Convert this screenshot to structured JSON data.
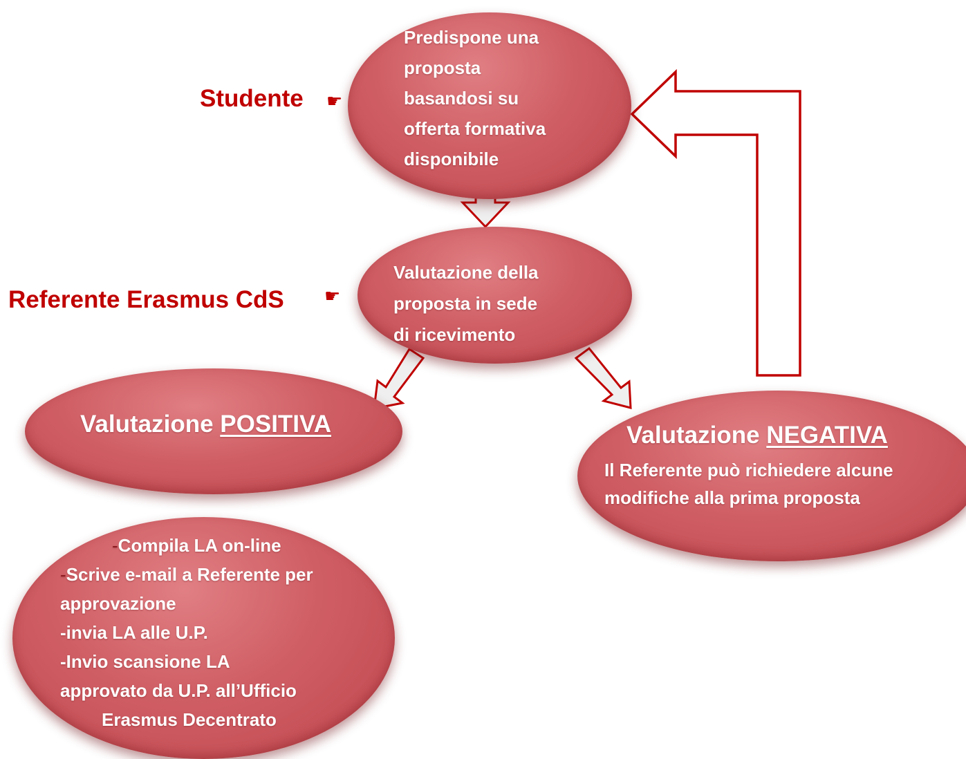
{
  "roles": {
    "studente": "Studente",
    "referente": "Referente Erasmus CdS"
  },
  "nodes": {
    "proposal": {
      "lines": [
        "Predispone una",
        "proposta",
        "basandosi su",
        "offerta formativa",
        "disponibile"
      ]
    },
    "evaluation": {
      "lines": [
        "Valutazione della",
        "proposta in sede",
        "di ricevimento"
      ]
    },
    "positive": {
      "prefix": "Valutazione ",
      "emphasis": "POSITIVA"
    },
    "negative": {
      "prefix": "Valutazione ",
      "emphasis": "NEGATIVA",
      "lines": [
        "Il Referente può richiedere alcune",
        "modifiche alla prima proposta"
      ]
    },
    "steps": {
      "line1_dash": "-",
      "line1_text": "Compila LA on-line",
      "line2_dash": "-",
      "line2_text": "Scrive e-mail a Referente per",
      "lines": [
        "approvazione",
        "-invia LA alle U.P.",
        "-Invio scansione LA",
        "approvato da U.P. all’Ufficio",
        "Erasmus Decentrato"
      ]
    }
  },
  "colors": {
    "role_text": "#c00000",
    "arrow_outline": "#c00000",
    "arrow_fill": "#efefef",
    "node_fill": "#cf5e64"
  },
  "icons": {
    "pointer": "pointing-hand-icon"
  }
}
